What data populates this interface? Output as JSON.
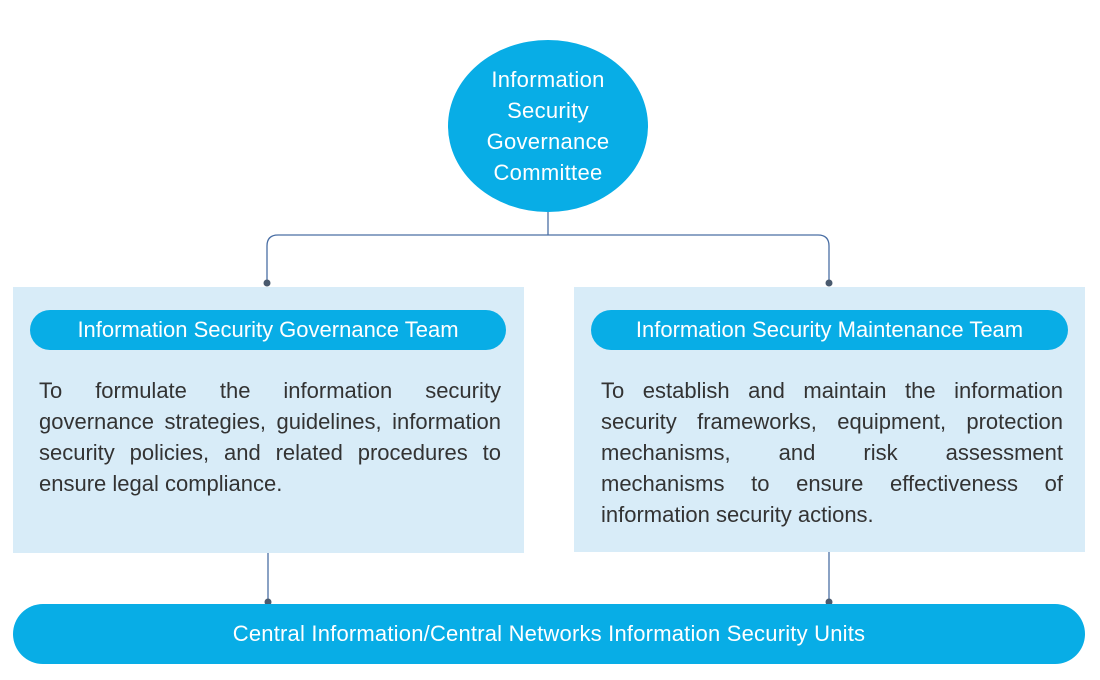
{
  "committee": {
    "title": "Information\nSecurity\nGovernance\nCommittee"
  },
  "teams": [
    {
      "name": "Information Security Governance Team",
      "description": "To formulate the information security governance strategies, guidelines, information security policies, and related procedures to ensure legal compliance."
    },
    {
      "name": "Information Security Maintenance Team",
      "description": "To establish and maintain the information security frameworks, equipment, protection mechanisms, and risk assessment mechanisms to ensure effectiveness of information security actions."
    }
  ],
  "units": {
    "label": "Central Information/Central Networks Information Security Units"
  },
  "colors": {
    "accent": "#08ade6",
    "panel": "#d8ecf8",
    "connector": "#4a6fa5",
    "text": "#333333"
  }
}
